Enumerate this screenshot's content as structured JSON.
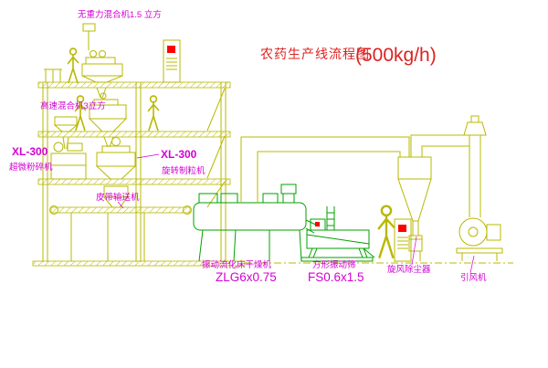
{
  "title": {
    "main": "农药生产线流程图",
    "capacity": "(500kg/h)"
  },
  "labels": {
    "gravity_mixer": "无重力混合机1.5 立方",
    "high_speed_mixer": "高速混合机3立方",
    "pulverizer_model": "XL-300",
    "pulverizer_name": "超微粉碎机",
    "granulator_model": "XL-300",
    "granulator_name": "旋转制粒机",
    "belt_conveyor": "皮带输送机",
    "fluid_bed_dryer": "振动流化床干燥机",
    "fluid_bed_dryer_model": "ZLG6x0.75",
    "vibrating_screen": "方形振动筛",
    "vibrating_screen_model": "FS0.6x1.5",
    "cyclone": "旋风除尘器",
    "induced_draft_fan": "引风机"
  },
  "colors": {
    "equipment_line": "#b8b800",
    "equipment_green": "#00a000",
    "label_text": "#d400d4",
    "title_text": "#dd2222",
    "indicator_red": "#ff0000",
    "background": "#ffffff"
  }
}
